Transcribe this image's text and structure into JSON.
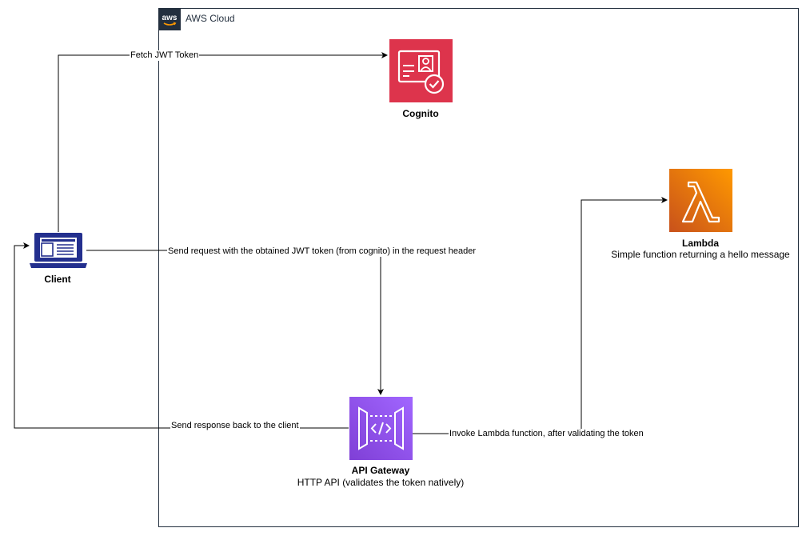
{
  "cloud": {
    "label": "AWS Cloud",
    "logo_text": "aws",
    "border_color": "#232f3e"
  },
  "nodes": {
    "cognito": {
      "title": "Cognito",
      "color": "#dd344c"
    },
    "lambda": {
      "title": "Lambda",
      "subtitle": "Simple function returning a hello message",
      "color": "#ed7100"
    },
    "client": {
      "title": "Client",
      "color": "#232f3e"
    },
    "api_gateway": {
      "title": "API Gateway",
      "subtitle": "HTTP API (validates the token natively)",
      "color": "#8c4fff"
    }
  },
  "edges": {
    "fetch_token": "Fetch JWT Token",
    "send_request": "Send request with the obtained JWT token (from cognito) in the request header",
    "send_response": "Send response back to the client",
    "invoke_lambda": "Invoke Lambda function, after validating the token"
  }
}
